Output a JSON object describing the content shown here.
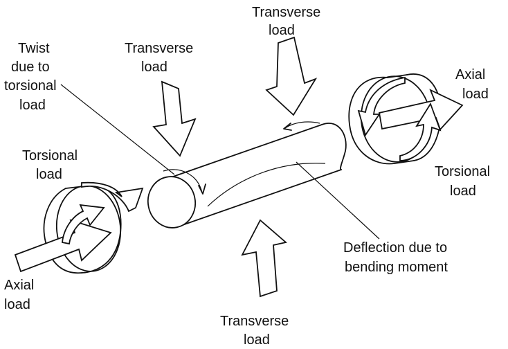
{
  "labels": {
    "transverse_top_line1": "Transverse",
    "transverse_top_line2": "load",
    "transverse_left_line1": "Transverse",
    "transverse_left_line2": "load",
    "transverse_bottom_line1": "Transverse",
    "transverse_bottom_line2": "load",
    "twist_line1": "Twist",
    "twist_line2": "due to",
    "twist_line3": "torsional",
    "twist_line4": "load",
    "axial_right_line1": "Axial",
    "axial_right_line2": "load",
    "axial_left_line1": "Axial",
    "axial_left_line2": "load",
    "torsional_right_line1": "Torsional",
    "torsional_right_line2": "load",
    "torsional_left_line1": "Torsional",
    "torsional_left_line2": "load",
    "deflection_line1": "Deflection due to",
    "deflection_line2": "bending moment"
  },
  "colors": {
    "ink": "#111111",
    "background": "#ffffff"
  }
}
